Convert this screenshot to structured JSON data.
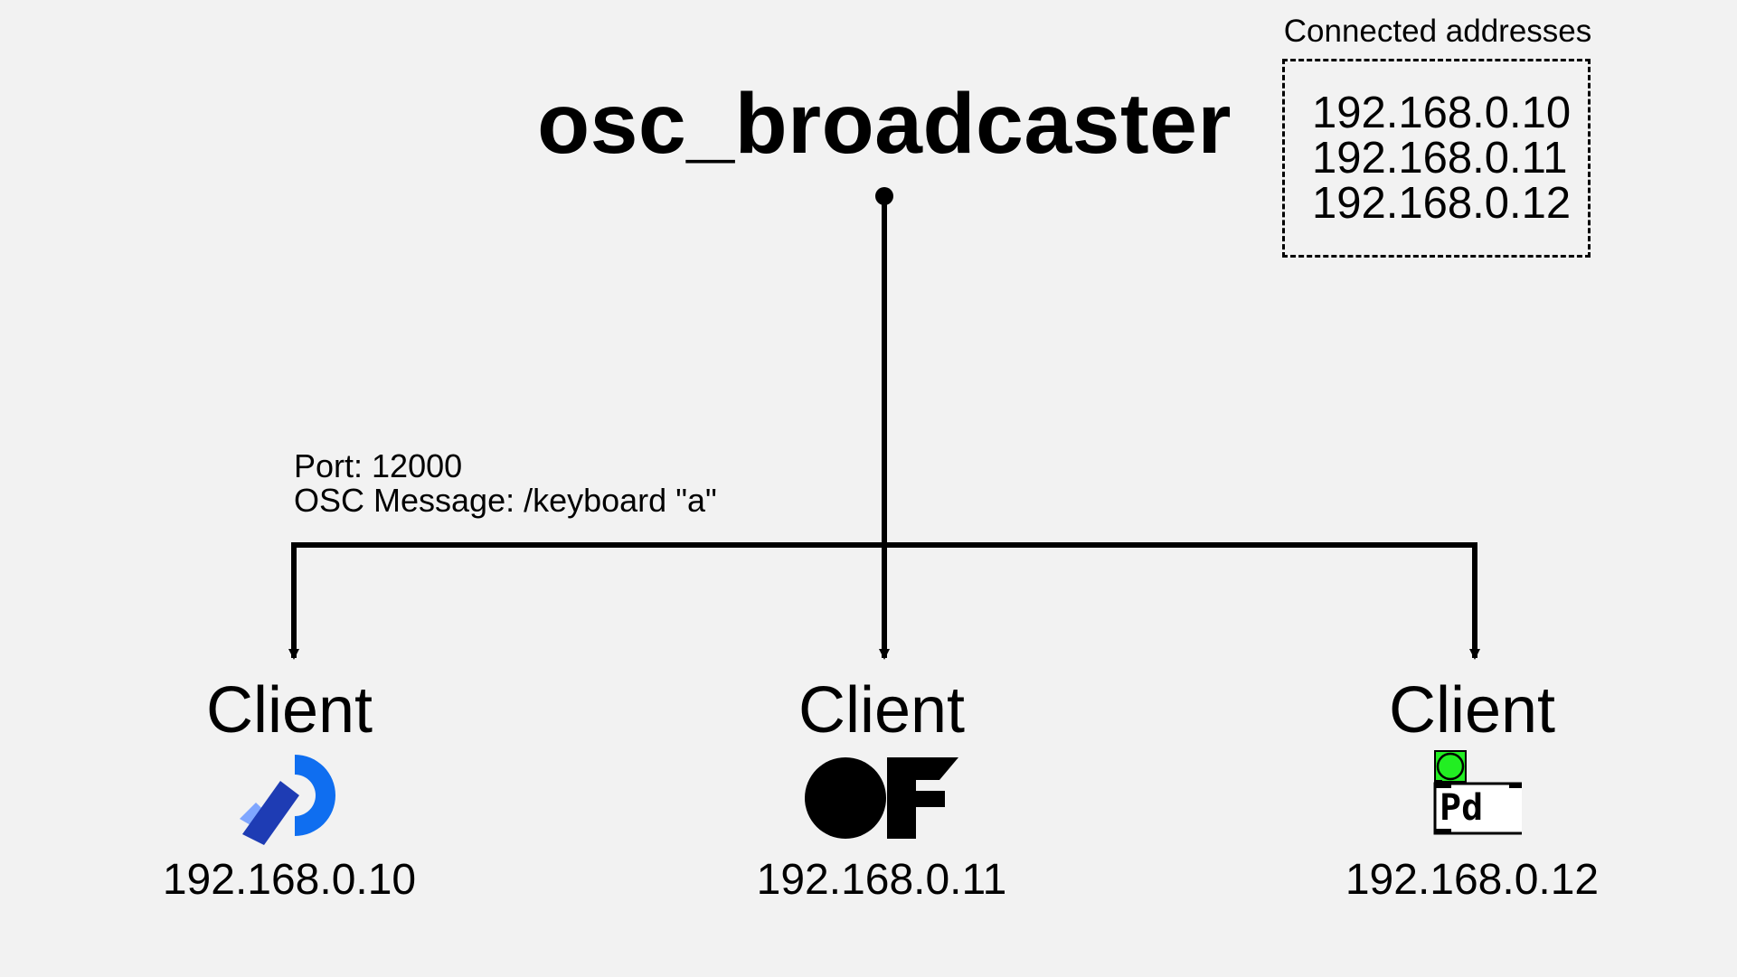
{
  "server": {
    "title": "osc_broadcaster"
  },
  "connected": {
    "caption": "Connected addresses",
    "addresses": [
      "192.168.0.10",
      "192.168.0.11",
      "192.168.0.12"
    ]
  },
  "message": {
    "port": "Port: 12000",
    "osc": "OSC Message: /keyboard \"a\""
  },
  "clients": [
    {
      "label": "Client",
      "ip": "192.168.0.10",
      "logo": "processing-logo-icon"
    },
    {
      "label": "Client",
      "ip": "192.168.0.11",
      "logo": "openframeworks-logo-icon"
    },
    {
      "label": "Client",
      "ip": "192.168.0.12",
      "logo": "pure-data-logo-icon"
    }
  ],
  "colors": {
    "background": "#f2f2f2",
    "processing_dark": "#1e3cb4",
    "processing_light": "#7fa6ff",
    "processing_arc": "#0f6ef0",
    "pd_bang": "#22ee22"
  }
}
